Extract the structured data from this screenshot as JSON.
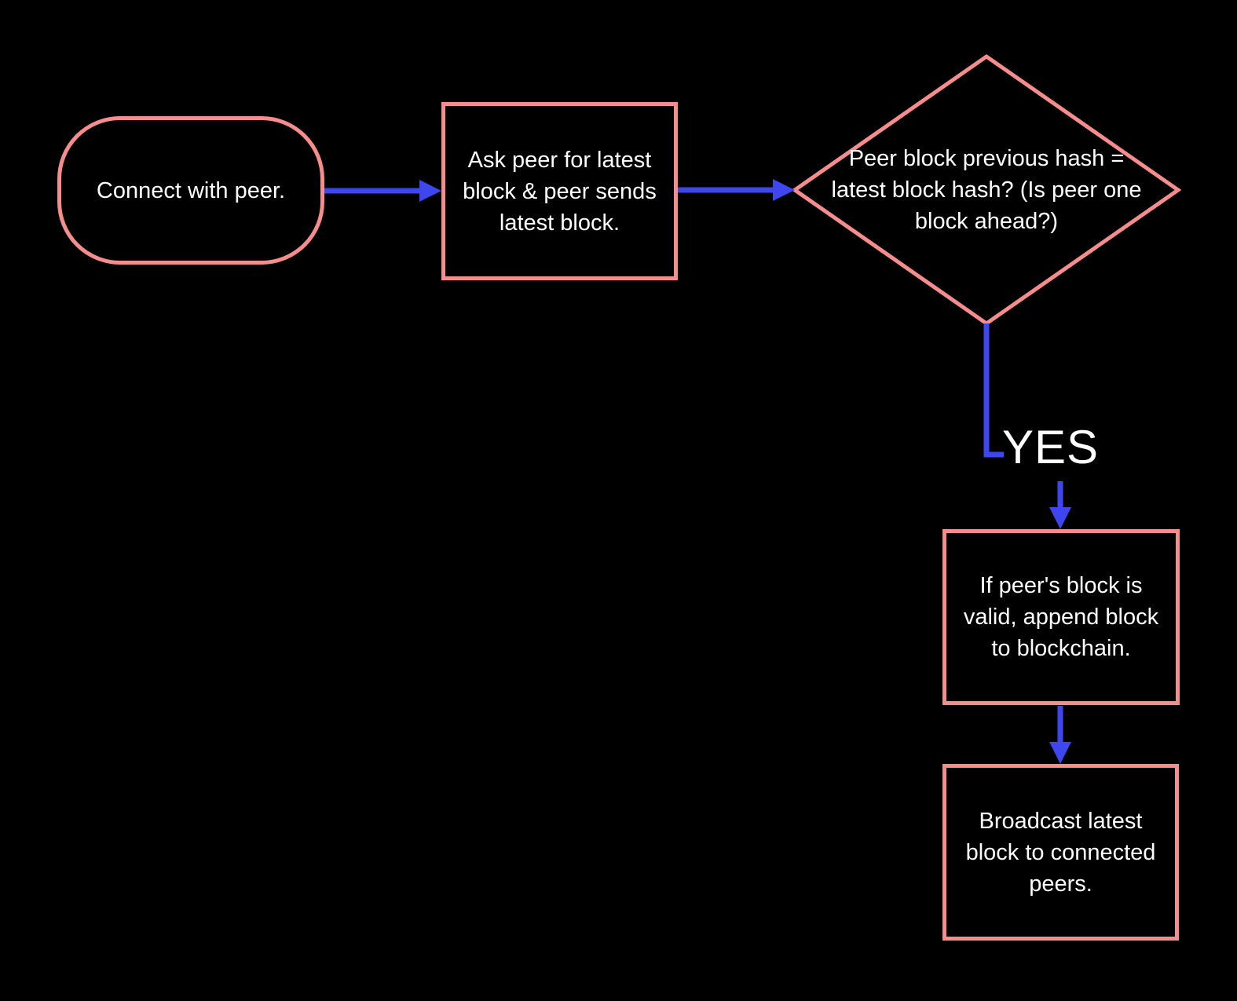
{
  "canvas": {
    "background_color": "#000000",
    "shape_border_color": "#F68C8C",
    "connector_color": "#3E46EE",
    "text_color": "#FFFFFF"
  },
  "nodes": {
    "start": {
      "type": "terminator",
      "text": "Connect with peer."
    },
    "ask_peer": {
      "type": "process",
      "lines": [
        "Ask peer for latest",
        "block & peer sends",
        "latest block."
      ]
    },
    "decision": {
      "type": "decision",
      "lines": [
        "Peer block previous hash =",
        "latest block hash? (Is peer one",
        "block ahead?)"
      ]
    },
    "append_block": {
      "type": "process",
      "lines": [
        "If peer's block is",
        "valid, append block",
        "to blockchain."
      ]
    },
    "broadcast": {
      "type": "process",
      "lines": [
        "Broadcast latest",
        "block to connected",
        "peers."
      ]
    }
  },
  "labels": {
    "yes": "YES"
  }
}
